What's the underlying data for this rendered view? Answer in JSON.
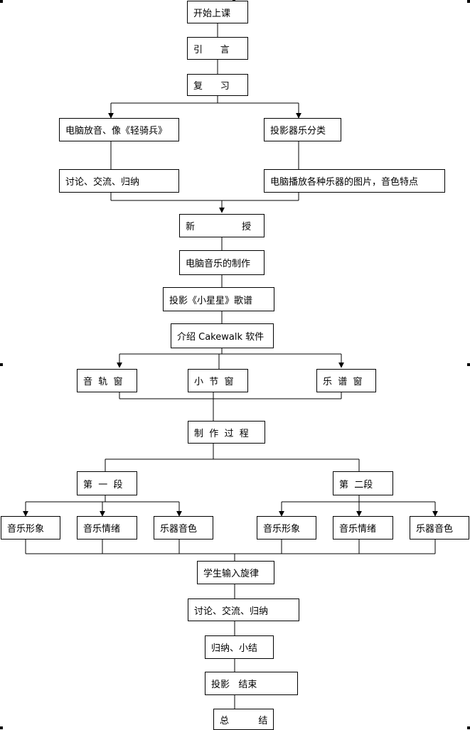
{
  "nodes": {
    "start": "开始上课",
    "intro": "引      言",
    "review": "复      习",
    "pc_play": "电脑放音、像《轻骑兵》",
    "discuss1": "讨论、交流、归纳",
    "proj_class": "投影器乐分类",
    "pc_pics": "电脑播放各种乐器的图片，音色特点",
    "new_lesson": "新                授",
    "pc_music": "电脑音乐的制作",
    "proj_star": "投影《小星星》歌谱",
    "cakewalk": "介绍 Cakewalk 软件",
    "track": "音  轨  窗",
    "bar": "小  节  窗",
    "score": "乐  谱  窗",
    "process": "制  作  过  程",
    "seg1": "第  一  段",
    "seg2": "第  二段",
    "s1_image": "音乐形象",
    "s1_mood": "音乐情绪",
    "s1_timbre": "乐器音色",
    "s2_image": "音乐形象",
    "s2_mood": "音乐情绪",
    "s2_timbre": "乐器音色",
    "input": "学生输入旋律",
    "discuss2": "讨论、交流、归纳",
    "summary_small": "归纳、小结",
    "proj_end": "投影   结束",
    "summary": "总          结"
  }
}
